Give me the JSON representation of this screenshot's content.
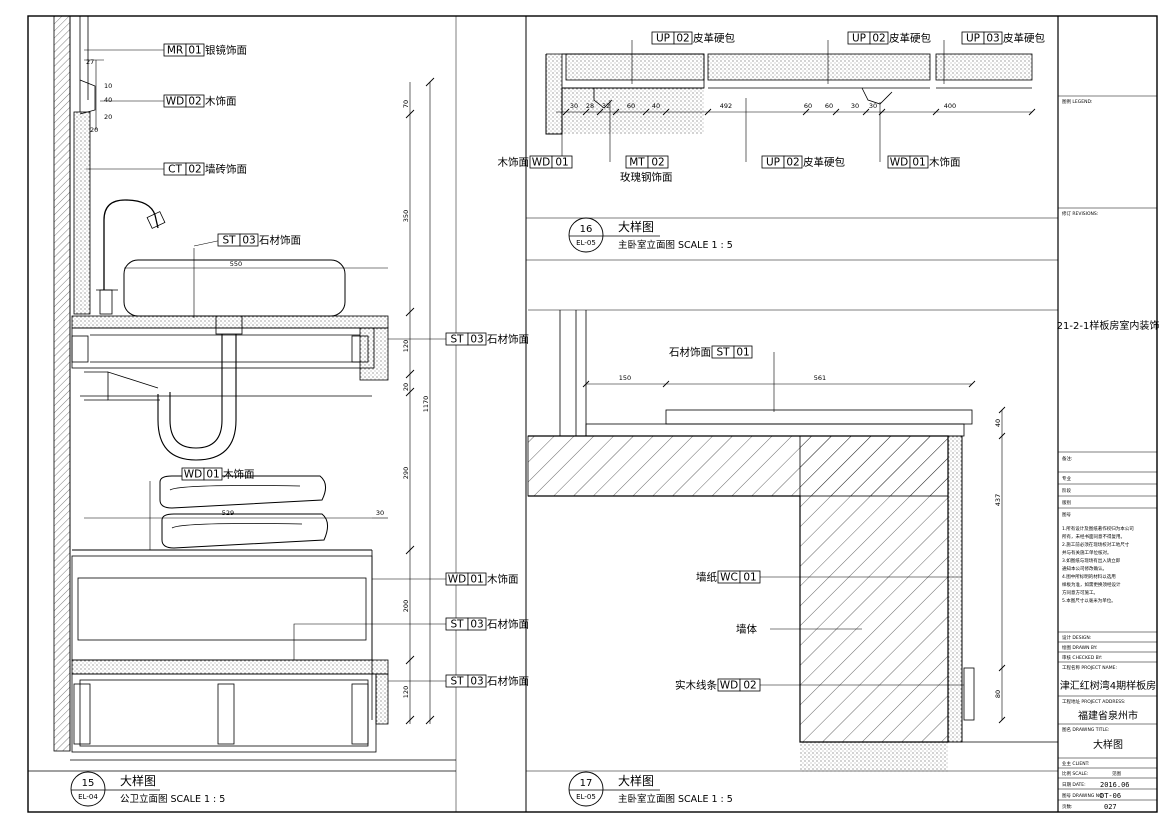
{
  "views": [
    {
      "num": "15",
      "ref": "EL-04",
      "title": "大样图",
      "subtitle": "公卫立面图  SCALE 1 : 5"
    },
    {
      "num": "16",
      "ref": "EL-05",
      "title": "大样图",
      "subtitle": "主卧室立面图  SCALE 1 : 5"
    },
    {
      "num": "17",
      "ref": "EL-05",
      "title": "大样图",
      "subtitle": "主卧室立面图  SCALE 1 : 5"
    }
  ],
  "tags": {
    "mr01_mirror": {
      "code": "MR",
      "num": "01",
      "text": "银镜饰面"
    },
    "wd02_wood_left": {
      "code": "WD",
      "num": "02",
      "text": "木饰面"
    },
    "ct02_tile": {
      "code": "CT",
      "num": "02",
      "text": "墙砖饰面"
    },
    "st03_basin": {
      "code": "ST",
      "num": "03",
      "text": "石材饰面"
    },
    "wd01_towel": {
      "code": "WD",
      "num": "01",
      "text": "木饰面"
    },
    "st03_counter_right": {
      "code": "ST",
      "num": "03",
      "text": "石材饰面"
    },
    "wd01_cabinet_right": {
      "code": "WD",
      "num": "01",
      "text": "木饰面"
    },
    "st03_shelf_right": {
      "code": "ST",
      "num": "03",
      "text": "石材饰面"
    },
    "st03_base_right": {
      "code": "ST",
      "num": "03",
      "text": "石材饰面"
    },
    "up02_a": {
      "code": "UP",
      "num": "02",
      "text": "皮革硬包"
    },
    "up02_b": {
      "code": "UP",
      "num": "02",
      "text": "皮革硬包"
    },
    "up03": {
      "code": "UP",
      "num": "03",
      "text": "皮革硬包"
    },
    "wd01_16_left": {
      "code": "WD",
      "num": "01",
      "text": "木饰面"
    },
    "mt02": {
      "code": "MT",
      "num": "02",
      "text": "玫瑰钢饰面"
    },
    "up02_c": {
      "code": "UP",
      "num": "02",
      "text": "皮革硬包"
    },
    "wd01_16_right": {
      "code": "WD",
      "num": "01",
      "text": "木饰面"
    },
    "st01": {
      "code": "ST",
      "num": "01",
      "text": "石材饰面"
    },
    "wc01": {
      "code": "WC",
      "num": "01",
      "text": "墙纸"
    },
    "wd02_17": {
      "code": "WD",
      "num": "02",
      "text": "实木线条"
    }
  },
  "notes": {
    "wall": "墙体"
  },
  "dimensions": {
    "v15_top": [
      "27",
      "10",
      "40",
      "20",
      "20"
    ],
    "v15_vertical": [
      "70",
      "350",
      "120",
      "20",
      "290",
      "200",
      "120"
    ],
    "v15_total": "1170",
    "v15_basin_width": "550",
    "v15_shelf_width": "529",
    "v15_shelf_gap": "30",
    "v16": [
      "30",
      "28",
      "32",
      "60",
      "40",
      "492",
      "60",
      "60",
      "30",
      "30",
      "400"
    ],
    "v17_h": [
      "150",
      "561"
    ],
    "v17_v": [
      "40",
      "437",
      "80"
    ]
  },
  "title_block": {
    "legend_label": "图例 LEGEND:",
    "revision_label": "修订 REVISIONS:",
    "project_title": "21-2-1样板房室内装饰",
    "remarks_label": "备注:",
    "rows": [
      "专业",
      "阶段",
      "版别",
      "图号"
    ],
    "notes": [
      "1.所有设计及图纸著作权归为本公司",
      "所有，未经书面同意不得复用。",
      "2.施工前必须在现场校对工地尺寸",
      "并与有关施工单位核对。",
      "3.如图纸与现场有出入请立即",
      "通知本公司修改确认。",
      "4.图中所标明的材料以选用",
      "样板为准，如需更换须经设计",
      "方同意方可施工。",
      "5.本图尺寸以毫米为单位。"
    ],
    "design_label": "设计 DESIGN:",
    "drawn_label": "绘图 DRAWN BY:",
    "checked_label": "审核 CHECKED BY:",
    "project_name_label": "工程名称 PROJECT NAME:",
    "project_name": "津汇红树湾4期样板房",
    "address_label": "工程地址 PROJECT ADDRESS:",
    "address": "福建省泉州市",
    "drawing_title_label": "图名 DRAWING TITLE:",
    "drawing_title": "大样图",
    "client_label": "业主 CLIENT:",
    "scale_label": "比例 SCALE:",
    "scale_value": "见图",
    "date_label": "日期 DATE:",
    "date_value": "2016.06",
    "drawing_no_label": "图号 DRAWING NO:",
    "drawing_no": "DT-06",
    "page_label": "页数:",
    "page_no": "027"
  },
  "colors": {
    "line": "#000000",
    "paper": "#ffffff",
    "hatch": "#000000"
  }
}
